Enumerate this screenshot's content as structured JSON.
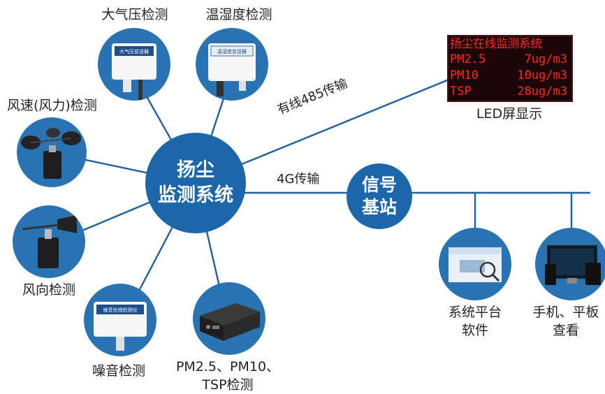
{
  "hub": {
    "line1": "扬尘",
    "line2": "监测系统"
  },
  "base_station": {
    "line1": "信号",
    "line2": "基站"
  },
  "sensors": {
    "pressure": "大气压检测",
    "temp_humidity": "温湿度检测",
    "wind_speed": "风速(风力)检测",
    "wind_direction": "风向检测",
    "noise": "噪音检测",
    "pm_line1": "PM2.5、PM10、",
    "pm_line2": "TSP检测"
  },
  "device_text": {
    "pressure_panel": "大气压变送器",
    "temp_panel": "温湿度变送器",
    "noise_panel": "噪音在线检测仪"
  },
  "links": {
    "wired": "有线485传输",
    "cellular": "4G传输"
  },
  "led": {
    "caption": "LED屏显示",
    "header": "扬尘在线监测系统",
    "rows": [
      {
        "name": "PM2.5",
        "value": "7ug/m3"
      },
      {
        "name": "PM10",
        "value": "10ug/m3"
      },
      {
        "name": "TSP",
        "value": "28ug/m3"
      }
    ]
  },
  "outputs": {
    "software_line1": "系统平台",
    "software_line2": "软件",
    "mobile_line1": "手机、平板",
    "mobile_line2": "查看"
  },
  "colors": {
    "hub": "#1c67a9",
    "disc": "#2a73b2",
    "line": "#1f5f9c",
    "led_text": "#ff2a1a"
  }
}
